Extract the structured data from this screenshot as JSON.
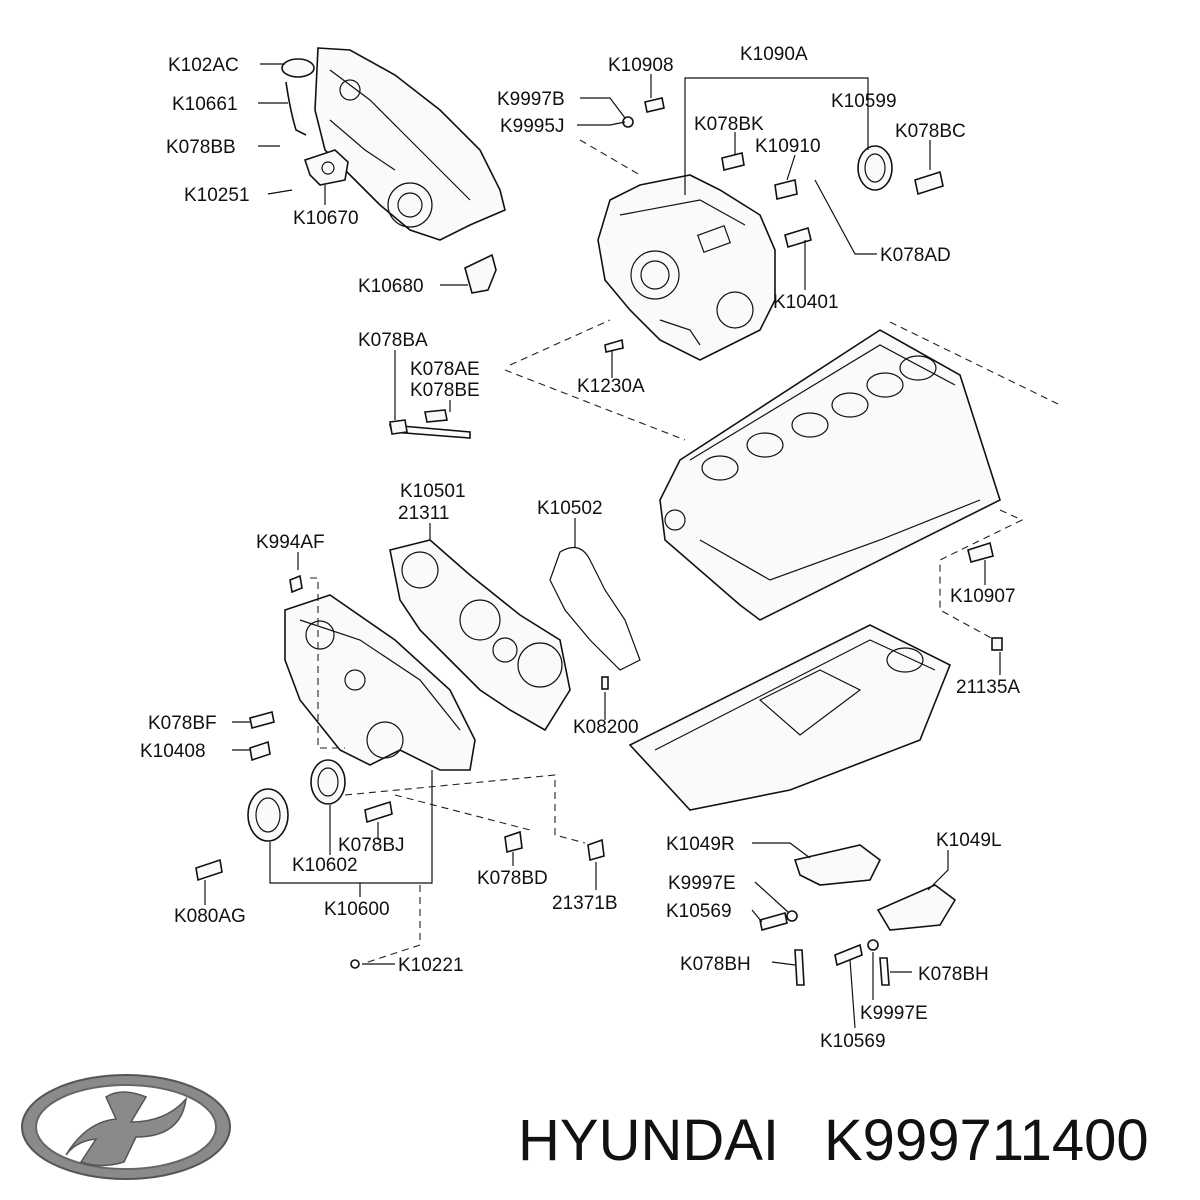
{
  "labels": {
    "k102ac": "K102AC",
    "k10661": "K10661",
    "k078bb": "K078BB",
    "k10251": "K10251",
    "k10670": "K10670",
    "k10680": "K10680",
    "k10908": "K10908",
    "k1090a": "K1090A",
    "k9997b": "K9997B",
    "k9995j": "K9995J",
    "k078bk": "K078BK",
    "k10599": "K10599",
    "k10910": "K10910",
    "k078bc": "K078BC",
    "k078ad": "K078AD",
    "k10401": "K10401",
    "k078ba": "K078BA",
    "k078ae": "K078AE",
    "k078be": "K078BE",
    "k1230a": "K1230A",
    "k10501": "K10501",
    "p21311": "21311",
    "k10502": "K10502",
    "k994af": "K994AF",
    "k10907": "K10907",
    "p21135a": "21135A",
    "k078bf": "K078BF",
    "k10408": "K10408",
    "k08200": "K08200",
    "k078bj": "K078BJ",
    "k10602": "K10602",
    "k10600": "K10600",
    "k078bd": "K078BD",
    "p21371b": "21371B",
    "k080ag": "K080AG",
    "k10221": "K10221",
    "k1049r": "K1049R",
    "k1049l": "K1049L",
    "k9997e_1": "K9997E",
    "k10569_1": "K10569",
    "k078bh_1": "K078BH",
    "k078bh_2": "K078BH",
    "k9997e_2": "K9997E",
    "k10569_2": "K10569"
  },
  "footer": {
    "brand": "HYUNDAI",
    "part_number": "K999711400"
  },
  "logo": {
    "name": "hyundai-logo-icon",
    "color": "#8a8a8a"
  }
}
